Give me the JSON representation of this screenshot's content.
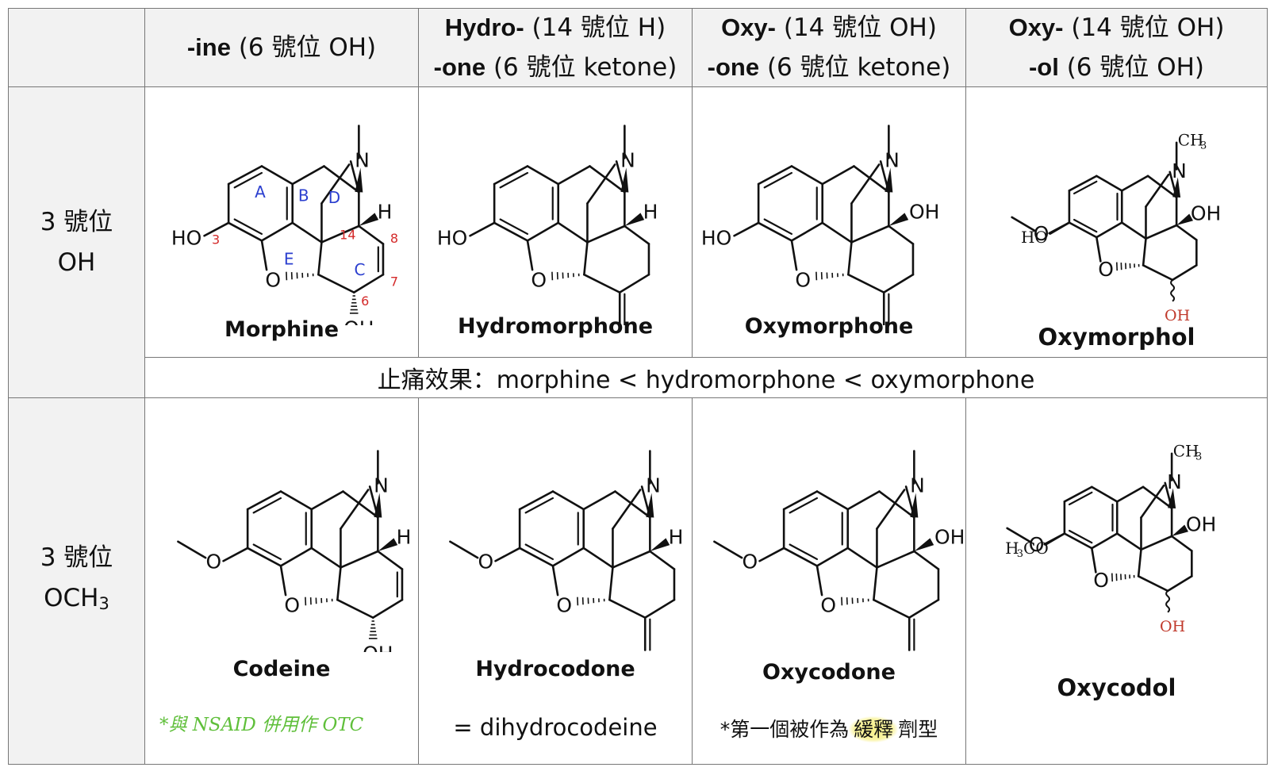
{
  "header": {
    "col1": {
      "bold": "-ine",
      "rest": " (6 號位 OH)"
    },
    "col2": {
      "line1_bold": "Hydro-",
      "line1_rest": " (14 號位 H)",
      "line2_bold": "-one",
      "line2_rest": " (6 號位 ketone)"
    },
    "col3": {
      "line1_bold": "Oxy-",
      "line1_rest": " (14 號位 OH)",
      "line2_bold": "-one",
      "line2_rest": " (6 號位 ketone)"
    },
    "col4": {
      "line1_bold": "Oxy-",
      "line1_rest": " (14 號位 OH)",
      "line2_bold": "-ol",
      "line2_rest": " (6 號位 OH)"
    }
  },
  "rows": {
    "row1": {
      "line1": "3 號位",
      "line2": "OH"
    },
    "row2": {
      "line1": "3 號位",
      "line2": "OCH",
      "line2_sub": "3"
    }
  },
  "compounds": {
    "morphine": "Morphine",
    "hydromorphone": "Hydromorphone",
    "oxymorphone": "Oxymorphone",
    "oxymorphol": "Oxymorphol",
    "codeine": "Codeine",
    "hydrocodone": "Hydrocodone",
    "oxycodone": "Oxycodone",
    "oxycodol": "Oxycodol"
  },
  "atoms": {
    "N": "N",
    "H": "H",
    "O": "O",
    "HO": "HO",
    "OH": "OH",
    "CH3": "CH",
    "sub3": "3",
    "H3CO_H": "H",
    "H3CO_CO": "CO"
  },
  "ring_labels": {
    "A": "A",
    "B": "B",
    "C": "C",
    "D": "D",
    "E": "E"
  },
  "positions": {
    "p3": "3",
    "p6": "6",
    "p7": "7",
    "p8": "8",
    "p14": "14"
  },
  "comparison": "止痛效果：morphine < hydromorphone < oxymorphone",
  "notes": {
    "codeine": "*與 NSAID 併用作 OTC",
    "hydrocodone": "= dihydrocodeine",
    "oxycodone_pre": "*第一個被作為",
    "oxycodone_hl": "緩釋",
    "oxycodone_post": "劑型"
  },
  "colors": {
    "header_bg": "#f2f2f2",
    "border": "#777777",
    "ring_label": "#2b3fcf",
    "position_label": "#d42a2a",
    "serif_label": "#c0392b",
    "highlight": "#f7f08a",
    "handwriting": "#5fbf3a"
  }
}
